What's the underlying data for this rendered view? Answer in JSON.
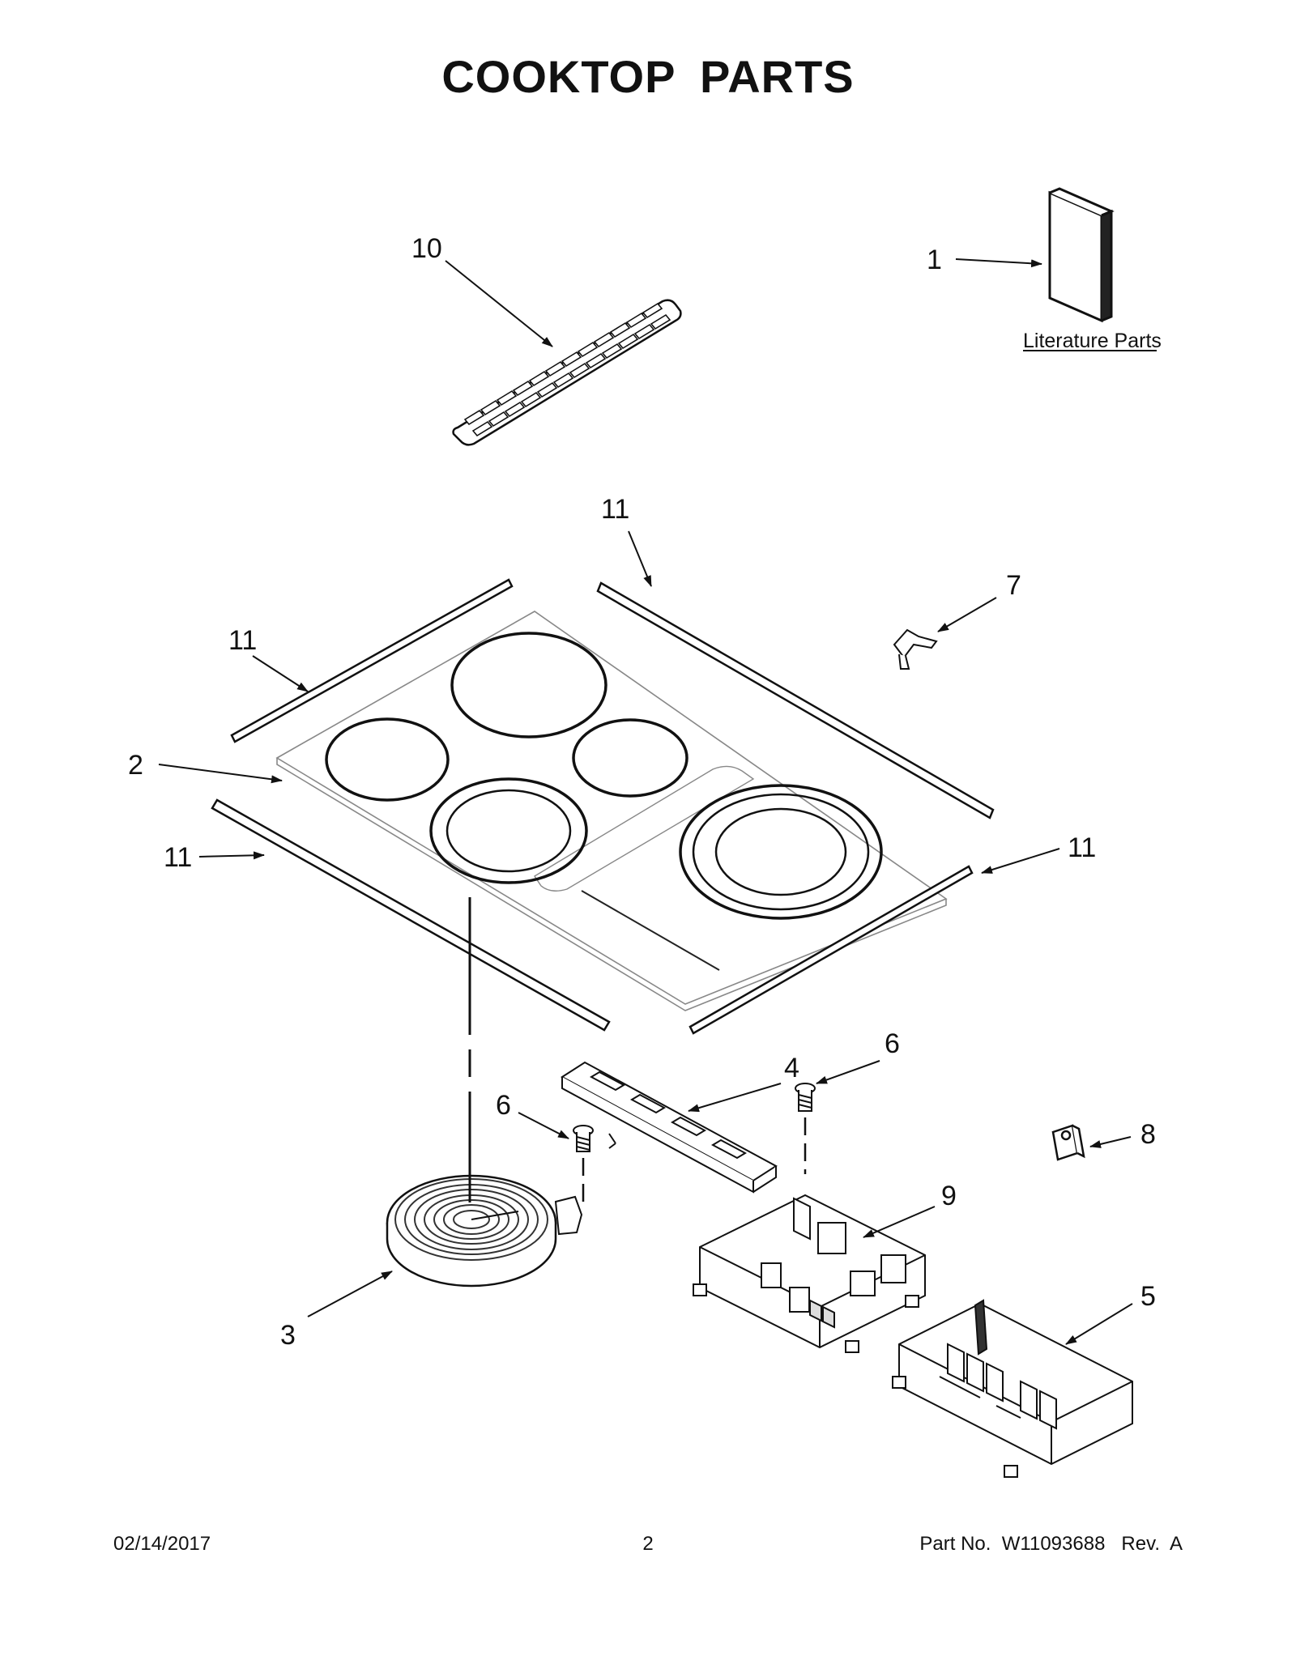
{
  "title": "COOKTOP  PARTS",
  "literature_label": "Literature Parts",
  "callouts": {
    "c1": "1",
    "c2": "2",
    "c3": "3",
    "c4": "4",
    "c5": "5",
    "c6a": "6",
    "c6b": "6",
    "c7": "7",
    "c8": "8",
    "c9": "9",
    "c10": "10",
    "c11a": "11",
    "c11b": "11",
    "c11c": "11",
    "c11d": "11"
  },
  "footer": {
    "date": "02/14/2017",
    "page": "2",
    "part": "Part No.  W11093688   Rev.  A"
  }
}
